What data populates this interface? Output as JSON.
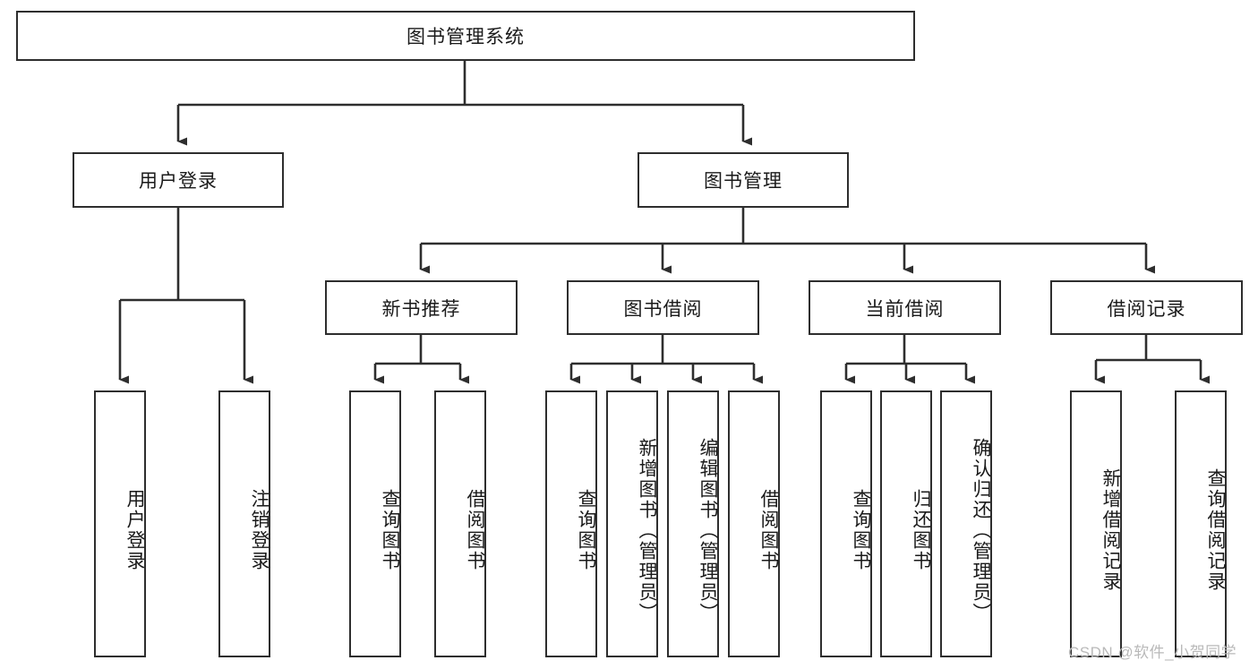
{
  "diagram": {
    "title_node": {
      "label": "图书管理系统"
    },
    "level2": [
      {
        "id": "user-login",
        "label": "用户登录"
      },
      {
        "id": "book-manage",
        "label": "图书管理"
      }
    ],
    "level3": [
      {
        "id": "new-book-recommend",
        "label": "新书推荐"
      },
      {
        "id": "book-borrow",
        "label": "图书借阅"
      },
      {
        "id": "current-borrow",
        "label": "当前借阅"
      },
      {
        "id": "borrow-record",
        "label": "借阅记录"
      }
    ],
    "leaves": {
      "user_login": [
        {
          "id": "leaf-user-login",
          "label": "用户登录"
        },
        {
          "id": "leaf-logout-login",
          "label": "注销登录"
        }
      ],
      "new_book_recommend": [
        {
          "id": "leaf-query-book-1",
          "label": "查询图书"
        },
        {
          "id": "leaf-borrow-book-1",
          "label": "借阅图书"
        }
      ],
      "book_borrow": [
        {
          "id": "leaf-query-book-2",
          "label": "查询图书"
        },
        {
          "id": "leaf-add-book",
          "label": "新增图书（管理员）"
        },
        {
          "id": "leaf-edit-book",
          "label": "编辑图书（管理员）"
        },
        {
          "id": "leaf-borrow-book-2",
          "label": "借阅图书"
        }
      ],
      "current_borrow": [
        {
          "id": "leaf-query-book-3",
          "label": "查询图书"
        },
        {
          "id": "leaf-return-book",
          "label": "归还图书"
        },
        {
          "id": "leaf-confirm-return",
          "label": "确认归还（管理员）"
        }
      ],
      "borrow_record": [
        {
          "id": "leaf-add-record",
          "label": "新增借阅记录"
        },
        {
          "id": "leaf-query-record",
          "label": "查询借阅记录"
        }
      ]
    }
  },
  "watermark": {
    "text": "CSDN @软件_小贺同学"
  },
  "colors": {
    "stroke": "#2e2e2e",
    "background": "#ffffff",
    "text": "#1a1a1a",
    "watermark": "#b9b9b9"
  }
}
